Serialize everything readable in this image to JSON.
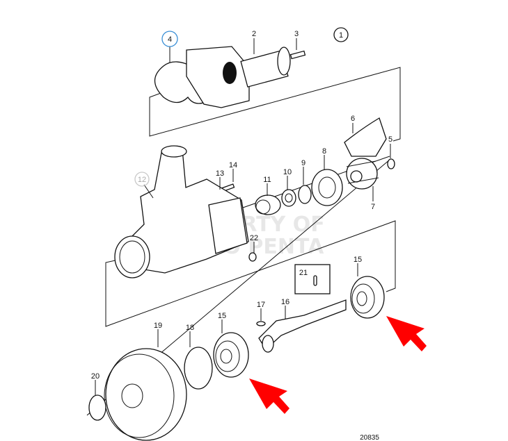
{
  "diagram": {
    "watermark": [
      "PROPERTY OF",
      "VOLVO PENTA"
    ],
    "figure_number": "20835",
    "group_label": "1",
    "highlighted_label": "4",
    "faded_label": "12",
    "kit_box_label": "21",
    "callouts": [
      "1",
      "2",
      "3",
      "4",
      "5",
      "6",
      "7",
      "8",
      "9",
      "10",
      "11",
      "12",
      "13",
      "14",
      "15",
      "15",
      "16",
      "17",
      "18",
      "19",
      "20",
      "21",
      "22"
    ],
    "labels": {
      "p2": "2",
      "p3": "3",
      "p5": "5",
      "p6": "6",
      "p7": "7",
      "p8": "8",
      "p9": "9",
      "p10": "10",
      "p11": "11",
      "p13": "13",
      "p14": "14",
      "p15a": "15",
      "p15b": "15",
      "p16": "16",
      "p17": "17",
      "p18": "18",
      "p19": "19",
      "p20": "20",
      "p22": "22"
    },
    "colors": {
      "highlight_circle": "#3a8fd6",
      "faded_circle": "#c8c8c8",
      "arrow": "#ff0000",
      "line": "#111111"
    }
  }
}
